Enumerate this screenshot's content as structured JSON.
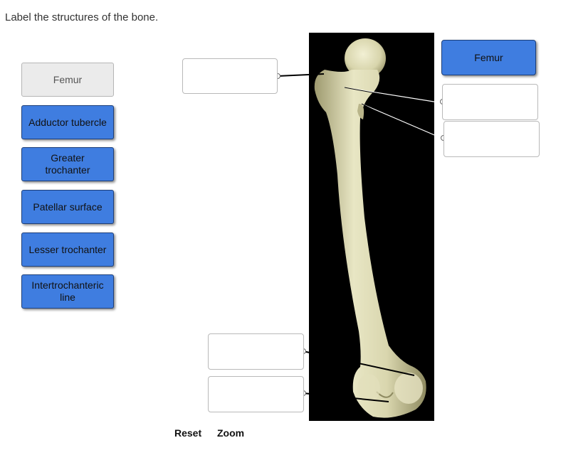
{
  "instruction": "Label the structures of the bone.",
  "label_bank": [
    {
      "label": "Femur",
      "state": "used"
    },
    {
      "label": "Adductor tubercle",
      "state": "available"
    },
    {
      "label": "Greater\ntrochanter",
      "state": "available"
    },
    {
      "label": "Patellar surface",
      "state": "available"
    },
    {
      "label": "Lesser trochanter",
      "state": "available"
    },
    {
      "label": "Intertrochanteric\nline",
      "state": "available"
    }
  ],
  "targets": [
    {
      "value": "",
      "state": "empty"
    },
    {
      "value": "Femur",
      "state": "filled"
    },
    {
      "value": "",
      "state": "empty"
    },
    {
      "value": "",
      "state": "empty"
    },
    {
      "value": "",
      "state": "empty"
    },
    {
      "value": "",
      "state": "empty"
    }
  ],
  "controls": {
    "reset_label": "Reset",
    "zoom_label": "Zoom"
  },
  "colors": {
    "accent": "#3f7de0",
    "accent_border": "#1d3f7a",
    "used_bg": "#ebebeb",
    "image_bg": "#000000",
    "bone": "#dedbb8"
  }
}
